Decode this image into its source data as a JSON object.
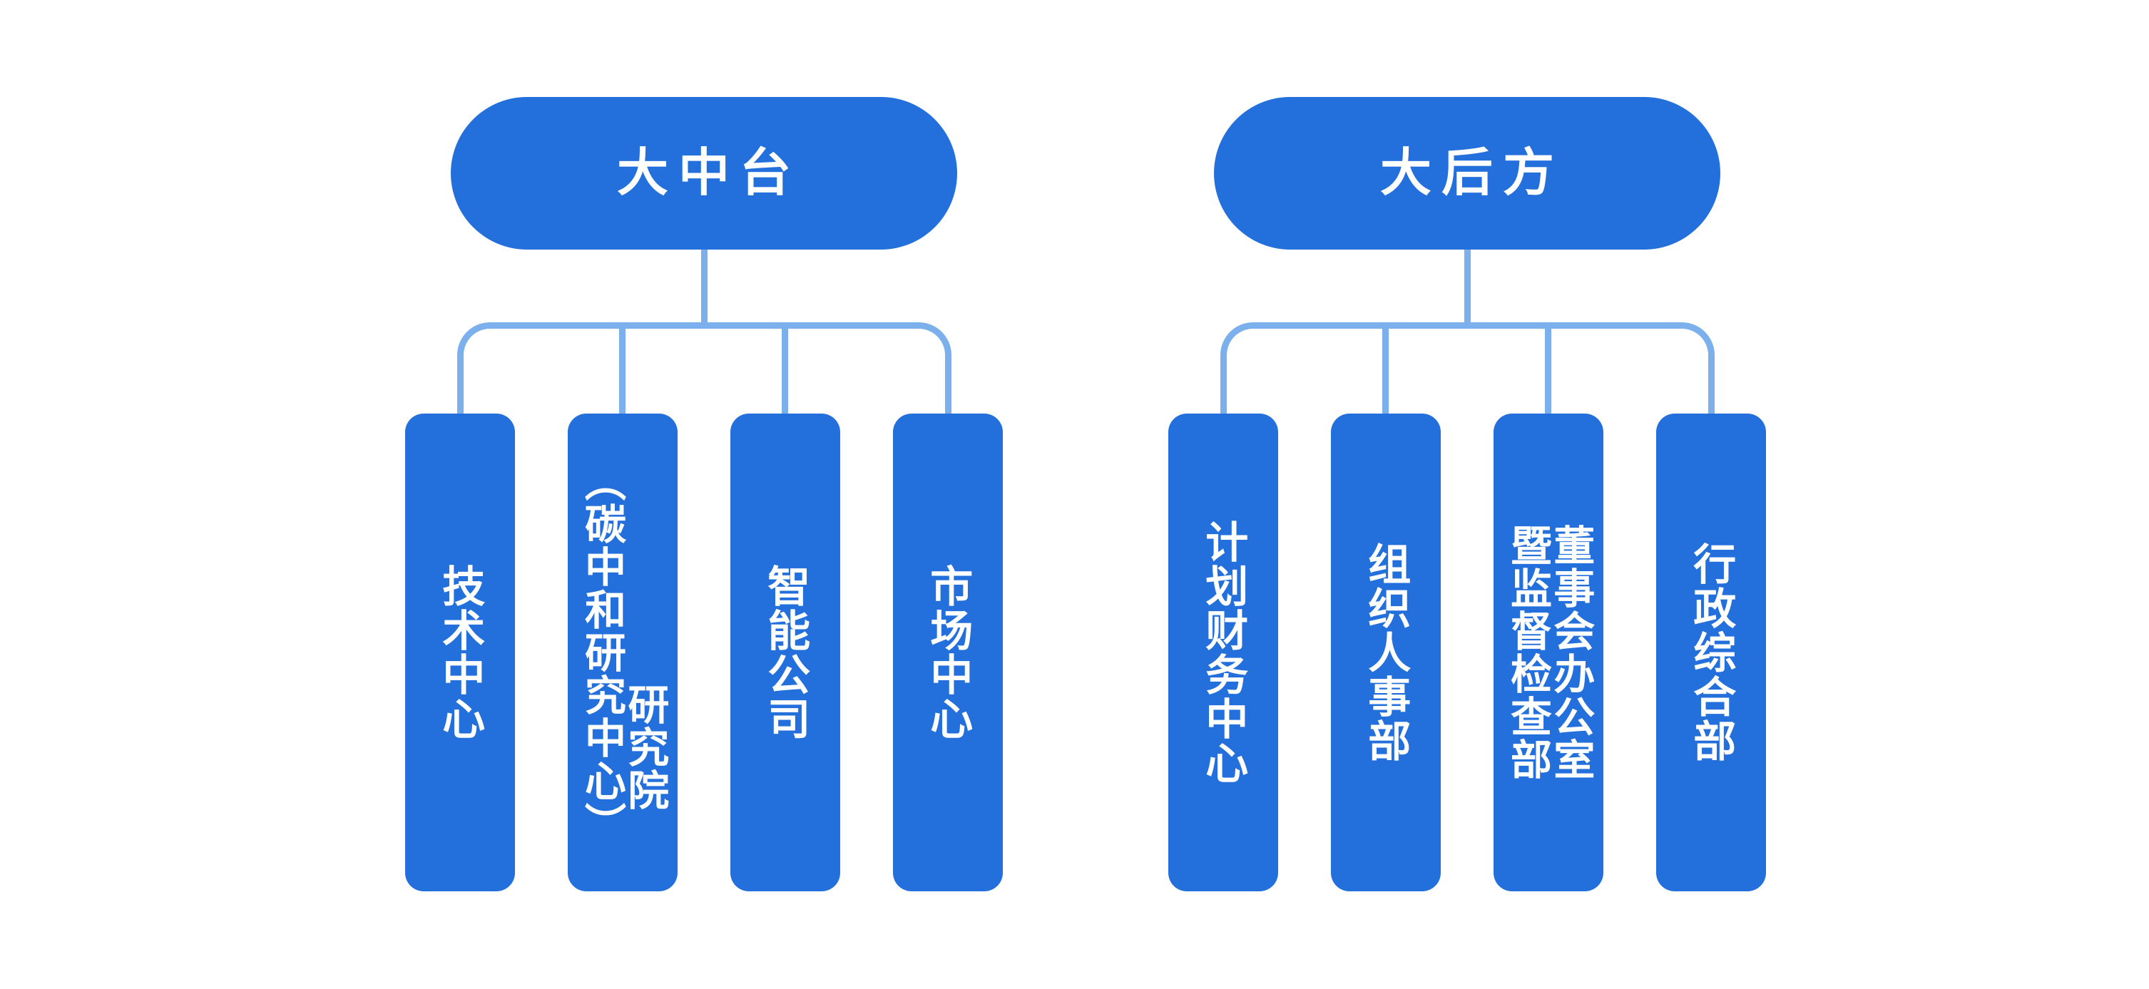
{
  "diagram": {
    "title_visible": false,
    "background_color": "#ffffff",
    "node_color": "#2370DC",
    "connector_color": "#7BB0EC",
    "text_color": "#ffffff",
    "orientation": "top-down",
    "text_direction": "vertical-rl",
    "groups": [
      {
        "id": "group-zhongtai",
        "header": "大中台",
        "children": [
          {
            "id": "tech-center",
            "label": "技术中心",
            "columns": [
              "技术中心"
            ]
          },
          {
            "id": "research-institute",
            "label": "研究院（碳中和研究中心）",
            "columns": [
              "（碳中和研究中心）",
              "研究院"
            ]
          },
          {
            "id": "intelligent-company",
            "label": "智能公司",
            "columns": [
              "智能公司"
            ]
          },
          {
            "id": "market-center",
            "label": "市场中心",
            "columns": [
              "市场中心"
            ]
          }
        ]
      },
      {
        "id": "group-houfang",
        "header": "大后方",
        "children": [
          {
            "id": "planning-finance-center",
            "label": "计划财务中心",
            "columns": [
              "计划财务中心"
            ]
          },
          {
            "id": "organization-hr-dept",
            "label": "组织人事部",
            "columns": [
              "组织人事部"
            ]
          },
          {
            "id": "board-office-supervision",
            "label": "董事会办公室暨监督检查部",
            "columns": [
              "暨监督检查部",
              "董事会办公室"
            ]
          },
          {
            "id": "administration-dept",
            "label": "行政综合部",
            "columns": [
              "行政综合部"
            ]
          }
        ]
      }
    ]
  }
}
